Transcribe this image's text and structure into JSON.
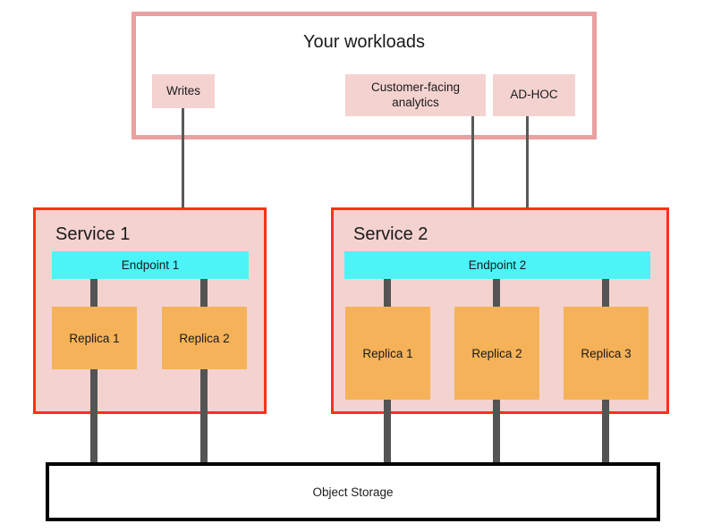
{
  "diagram": {
    "title": "Your workloads",
    "workloads_container": {
      "label": "Your workloads",
      "chips": [
        {
          "id": "writes",
          "label": "Writes"
        },
        {
          "id": "customer-facing-analytics",
          "label": "Customer-facing analytics"
        },
        {
          "id": "ad-hoc",
          "label": "AD-HOC"
        }
      ]
    },
    "services": [
      {
        "id": "service-1",
        "title": "Service 1",
        "endpoint": "Endpoint 1",
        "replicas": [
          "Replica 1",
          "Replica 2"
        ]
      },
      {
        "id": "service-2",
        "title": "Service 2",
        "endpoint": "Endpoint 2",
        "replicas": [
          "Replica 1",
          "Replica 2",
          "Replica 3"
        ]
      }
    ],
    "storage": {
      "label": "Object Storage"
    },
    "connections": [
      {
        "from": "writes",
        "to": "Endpoint 1"
      },
      {
        "from": "customer-facing-analytics",
        "to": "Endpoint 2"
      },
      {
        "from": "ad-hoc",
        "to": "Endpoint 2"
      }
    ],
    "colors": {
      "workloads_border": "#e8a0a0",
      "chip_fill": "#f4d2d0",
      "service_fill": "#f4d2d0",
      "service_border": "#fc3019",
      "endpoint_fill": "#4cf4f8",
      "replica_fill": "#f5b258",
      "connector": "#545454",
      "arrow": "#595959",
      "storage_border": "#000000",
      "storage_fill": "#ffffff",
      "text": "#1a1a1a"
    }
  }
}
